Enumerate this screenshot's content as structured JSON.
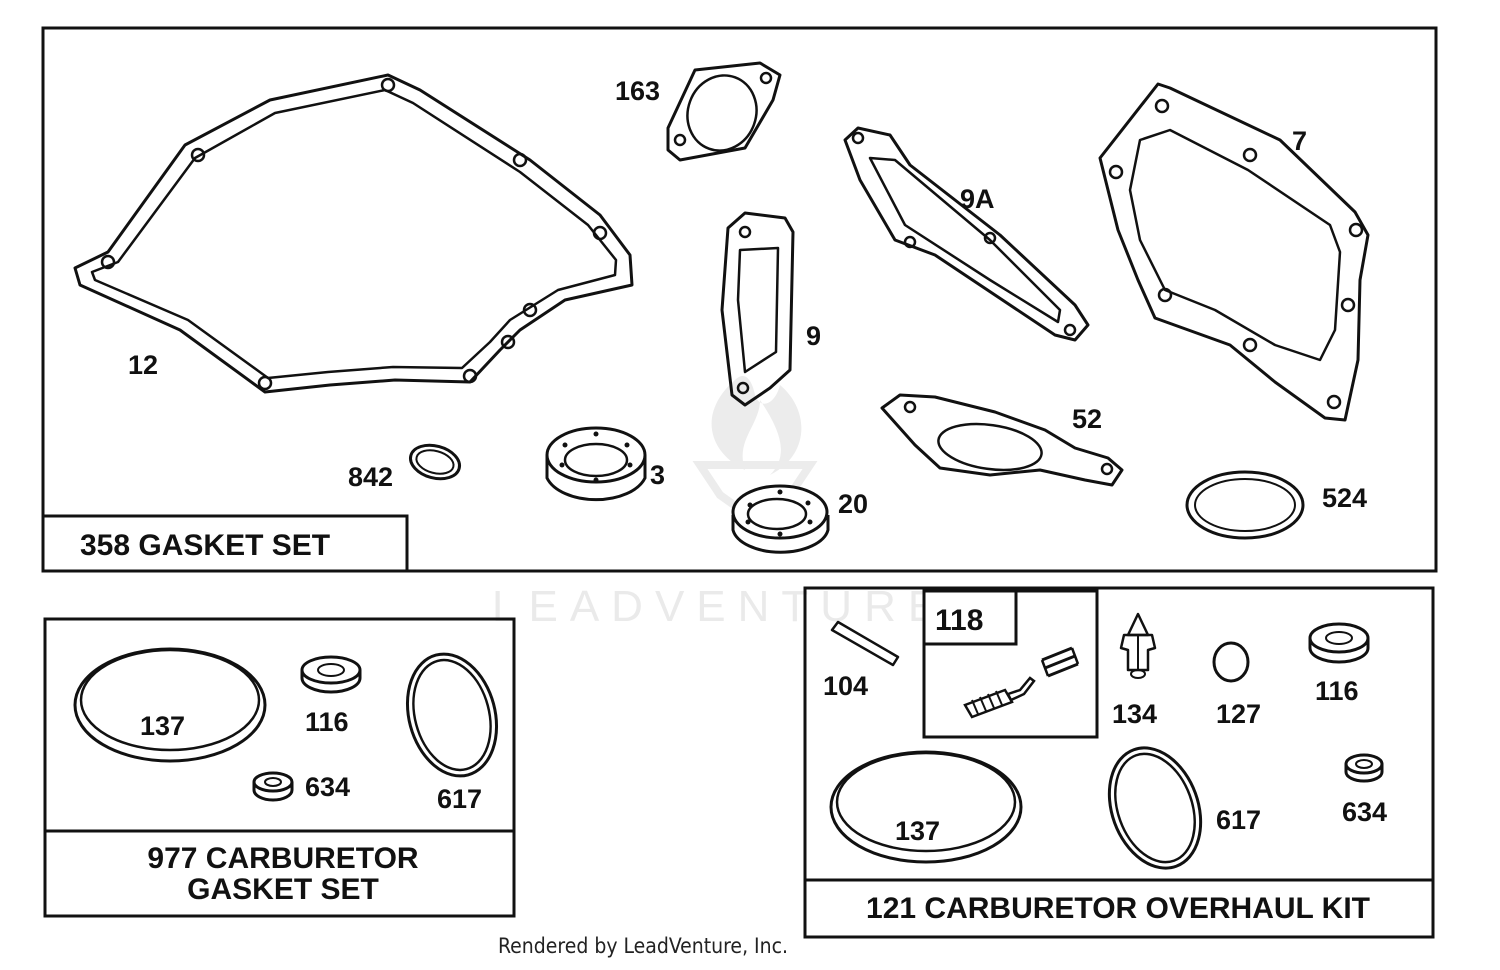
{
  "colors": {
    "line": "#111111",
    "background": "#ffffff",
    "watermark": "#e8e8e8"
  },
  "watermark": {
    "text": "LEADVENTURE"
  },
  "panels": {
    "gasket_set": {
      "title": "358 GASKET SET",
      "parts": [
        "12",
        "163",
        "9",
        "9A",
        "7",
        "842",
        "3",
        "20",
        "52",
        "524"
      ]
    },
    "carb_gasket_set": {
      "title_line1": "977 CARBURETOR",
      "title_line2": "GASKET SET",
      "parts": [
        "137",
        "116",
        "634",
        "617"
      ]
    },
    "carb_overhaul_kit": {
      "title": "121 CARBURETOR OVERHAUL KIT",
      "subkit": "118",
      "parts": [
        "104",
        "134",
        "127",
        "116",
        "137",
        "617",
        "634"
      ]
    }
  },
  "footer": "Rendered by LeadVenture, Inc."
}
